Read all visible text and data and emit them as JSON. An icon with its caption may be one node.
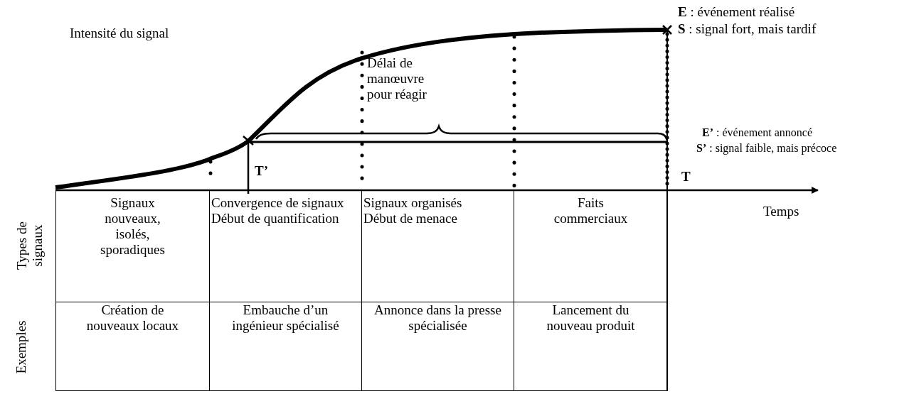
{
  "diagram": {
    "labels": [
      "Intensité du signal",
      "**E** : événement réalisé",
      "**S** : signal fort, mais tardif",
      "Délai de manœuvre pour réagir",
      "**E’** : événement annoncé",
      "**S’** : signal faible, mais précoce",
      "T",
      "T’",
      "Temps",
      "Types de signaux",
      "Exemples",
      "Signaux nouveaux, isolés, sporadiques",
      "Convergence de signaux Début de quantification",
      "Signaux organisés Début de menace",
      "Faits commerciaux",
      "Création de nouveaux locaux",
      "Embauche d’un ingénieur spécialisé",
      "Annonce dans la presse spécialisée",
      "Lancement du nouveau produit"
    ]
  }
}
